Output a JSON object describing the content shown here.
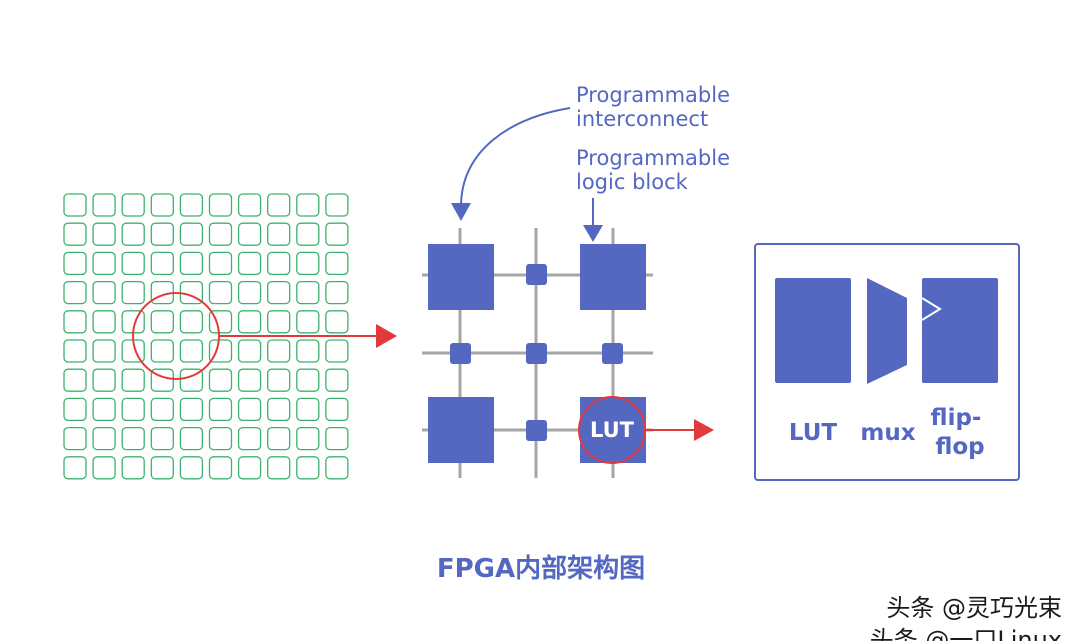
{
  "labels": {
    "interconnect": [
      "Programmable",
      "interconnect"
    ],
    "logic_block": [
      "Programmable",
      "logic block"
    ],
    "lut_inner": "LUT",
    "lut": "LUT",
    "mux": "mux",
    "flipflop": [
      "flip-",
      "flop"
    ]
  },
  "caption": "FPGA内部架构图",
  "watermark": [
    "头条 @灵巧光束",
    "头条 @一口Linux"
  ],
  "colors": {
    "grid_cell": "#3cb36c",
    "block": "#5468c2",
    "wire": "#a6a6a6",
    "highlight": "#e23a3a",
    "label": "#5468c2"
  }
}
